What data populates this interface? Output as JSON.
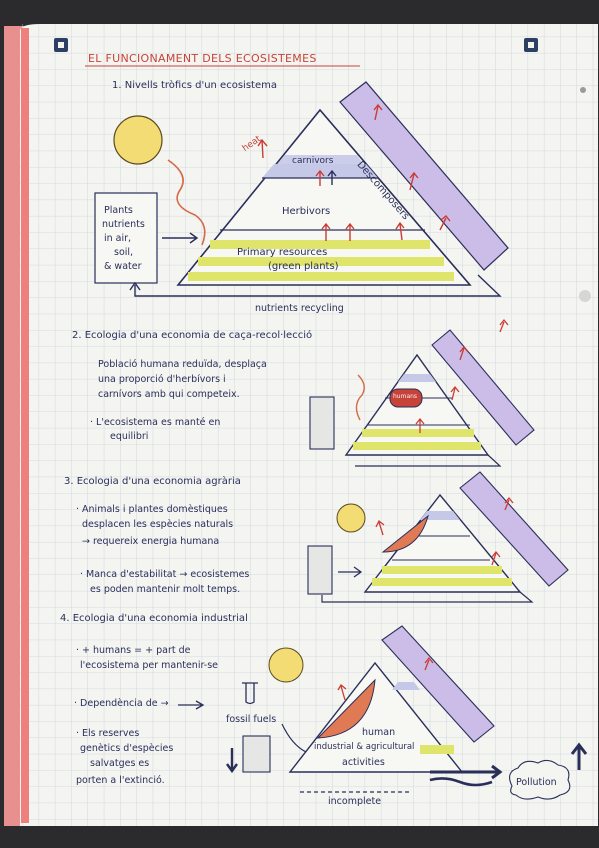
{
  "page": {
    "title": "EL FUNCIONAMENT DELS ECOSISTEMES",
    "section1": "1. Nivells tròfics d'un ecosistema",
    "section2": "2. Ecologia d'una economia de caça-recol·lecció",
    "section3": "3. Ecologia d'una economia agrària",
    "section4": "4. Ecologia d'una economia industrial"
  },
  "diagram1": {
    "heat": "heat",
    "carnivors": "carnivors",
    "herbivors": "Herbivors",
    "primary1": "Primary resources",
    "primary2": "(green plants)",
    "decomposers": "Descomposers",
    "input": [
      "Plants",
      "nutrients",
      "in air,",
      "soil,",
      "& water"
    ],
    "recycling": "nutrients recycling"
  },
  "diagram2": {
    "humans": "humans",
    "text": [
      "Població humana reduïda, desplaça",
      "una proporció d'herbívors i",
      "carnívors amb qui competeix.",
      "· L'ecosistema es manté en",
      "equilibri"
    ]
  },
  "diagram3": {
    "text": [
      "· Animals i plantes domèstiques",
      "desplacen les espècies naturals",
      "→ requereix energia humana",
      "· Manca d'estabilitat → ecosistemes",
      "es poden mantenir molt temps."
    ]
  },
  "diagram4": {
    "text": [
      "· + humans = + part de",
      "l'ecosistema per mantenir-se",
      "· Dependència de →",
      "· Els reserves",
      "genètics d'espècies",
      "salvatges es",
      "porten a l'extinció."
    ],
    "fossil": "fossil fuels",
    "activity1": "human",
    "activity2": "industrial & agricultural",
    "activity3": "activities",
    "pollution": "Pollution",
    "incomplete": "incomplete"
  },
  "colors": {
    "paper": "#f4f4f1",
    "grid": "#c9d3dc",
    "margin": "#e8908f",
    "ink": "#2a2f5a",
    "sun": "#f3dc74",
    "plants": "#dfe46a",
    "carnivore": "#bfc2e6",
    "decomposer": "#cbbce8",
    "red": "#cc3b33"
  }
}
